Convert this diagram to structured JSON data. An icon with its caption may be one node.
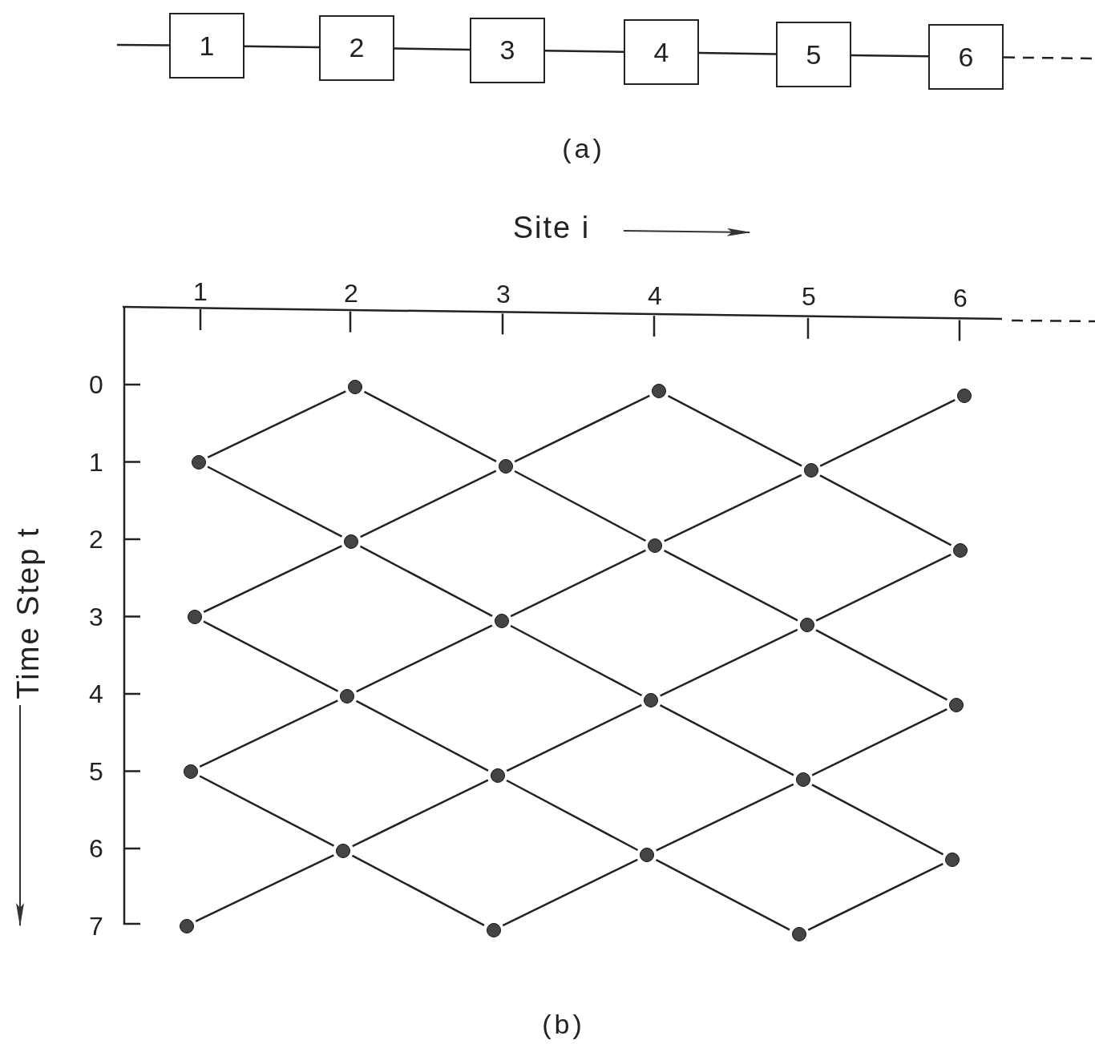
{
  "diagram": {
    "nodes": [
      {
        "text": [
          "1"
        ]
      },
      {
        "text": [
          "2"
        ]
      },
      {
        "text": [
          "3"
        ]
      },
      {
        "text": [
          "4"
        ]
      },
      {
        "text": [
          "5"
        ]
      },
      {
        "text": [
          "6"
        ]
      },
      {
        "text": [],
        "shape": "circle"
      },
      {
        "text": [],
        "shape": "circle"
      },
      {
        "text": [],
        "shape": "circle"
      },
      {
        "text": [],
        "shape": "circle"
      },
      {
        "text": [],
        "shape": "circle"
      },
      {
        "text": [],
        "shape": "circle"
      },
      {
        "text": [],
        "shape": "circle"
      },
      {
        "text": [],
        "shape": "circle"
      },
      {
        "text": [],
        "shape": "circle"
      },
      {
        "text": [],
        "shape": "circle"
      },
      {
        "text": [],
        "shape": "circle"
      },
      {
        "text": [],
        "shape": "circle"
      },
      {
        "text": [],
        "shape": "circle"
      },
      {
        "text": [],
        "shape": "circle"
      },
      {
        "text": [],
        "shape": "circle"
      },
      {
        "text": [],
        "shape": "circle"
      },
      {
        "text": [],
        "shape": "circle"
      },
      {
        "text": [],
        "shape": "circle"
      },
      {
        "text": [],
        "shape": "circle"
      },
      {
        "text": [],
        "shape": "circle"
      },
      {
        "text": [],
        "shape": "circle"
      },
      {
        "text": [],
        "shape": "circle"
      },
      {
        "text": [],
        "shape": "circle"
      },
      {
        "text": [],
        "shape": "circle"
      }
    ],
    "edges": [
      {
        "from": null,
        "to": 0,
        "arrow": "none"
      },
      {
        "from": 0,
        "to": 1,
        "arrow": "none"
      },
      {
        "from": 1,
        "to": 2,
        "arrow": "none"
      },
      {
        "from": 2,
        "to": 3,
        "arrow": "none"
      },
      {
        "from": 3,
        "to": 4,
        "arrow": "none"
      },
      {
        "from": 4,
        "to": 5,
        "arrow": "none"
      },
      {
        "from": 5,
        "to": null,
        "arrow": "none",
        "style": "dashed"
      },
      {
        "from": 6,
        "to": 9,
        "arrow": "none"
      },
      {
        "from": 6,
        "to": 10,
        "arrow": "none"
      },
      {
        "from": 7,
        "to": 10,
        "arrow": "none"
      },
      {
        "from": 7,
        "to": 11,
        "arrow": "none"
      },
      {
        "from": 8,
        "to": 11,
        "arrow": "none"
      },
      {
        "from": 9,
        "to": 12,
        "arrow": "none"
      },
      {
        "from": 10,
        "to": 12,
        "arrow": "none"
      },
      {
        "from": 10,
        "to": 13,
        "arrow": "none"
      },
      {
        "from": 11,
        "to": 13,
        "arrow": "none"
      },
      {
        "from": 11,
        "to": 14,
        "arrow": "none"
      },
      {
        "from": 12,
        "to": 15,
        "arrow": "none"
      },
      {
        "from": 12,
        "to": 16,
        "arrow": "none"
      },
      {
        "from": 13,
        "to": 16,
        "arrow": "none"
      },
      {
        "from": 13,
        "to": 17,
        "arrow": "none"
      },
      {
        "from": 14,
        "to": 17,
        "arrow": "none"
      },
      {
        "from": 15,
        "to": 18,
        "arrow": "none"
      },
      {
        "from": 16,
        "to": 18,
        "arrow": "none"
      },
      {
        "from": 16,
        "to": 19,
        "arrow": "none"
      },
      {
        "from": 17,
        "to": 19,
        "arrow": "none"
      },
      {
        "from": 17,
        "to": 20,
        "arrow": "none"
      },
      {
        "from": 18,
        "to": 21,
        "arrow": "none"
      },
      {
        "from": 18,
        "to": 22,
        "arrow": "none"
      },
      {
        "from": 19,
        "to": 22,
        "arrow": "none"
      },
      {
        "from": 19,
        "to": 23,
        "arrow": "none"
      },
      {
        "from": 20,
        "to": 23,
        "arrow": "none"
      },
      {
        "from": 21,
        "to": 24,
        "arrow": "none"
      },
      {
        "from": 22,
        "to": 24,
        "arrow": "none"
      },
      {
        "from": 22,
        "to": 25,
        "arrow": "none"
      },
      {
        "from": 23,
        "to": 25,
        "arrow": "none"
      },
      {
        "from": 23,
        "to": 26,
        "arrow": "none"
      },
      {
        "from": 24,
        "to": 27,
        "arrow": "none"
      },
      {
        "from": 24,
        "to": 28,
        "arrow": "none"
      },
      {
        "from": 25,
        "to": 28,
        "arrow": "none"
      },
      {
        "from": 25,
        "to": 29,
        "arrow": "none"
      },
      {
        "from": 26,
        "to": 29,
        "arrow": "none"
      }
    ],
    "labels": [
      "(a)",
      "Site i",
      "1",
      "2",
      "3",
      "4",
      "5",
      "6",
      "0",
      "1",
      "2",
      "3",
      "4",
      "5",
      "6",
      "7",
      "Time Step t",
      "(b)"
    ]
  }
}
